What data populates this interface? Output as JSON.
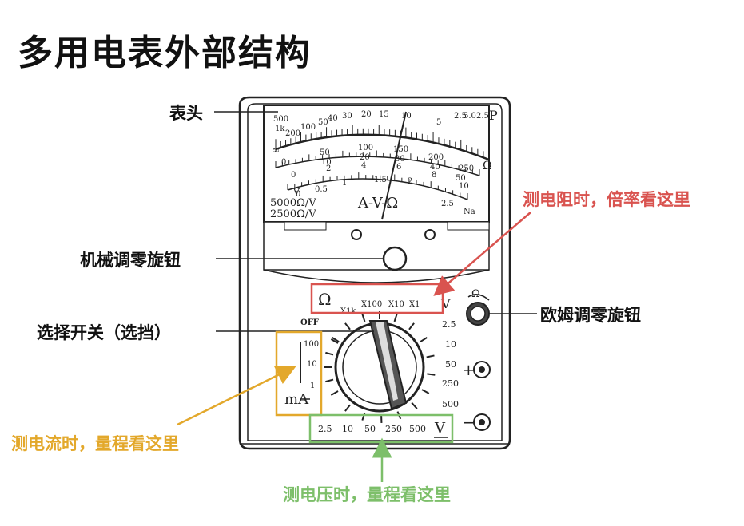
{
  "title": "多用电表外部结构",
  "labels": {
    "meter_head": "表头",
    "mechanical_zero": "机械调零旋钮",
    "selector": "选择开关（选挡）",
    "ohm_zero": "欧姆调零旋钮"
  },
  "callouts": {
    "ohm": "测电阻时，倍率看这里",
    "current": "测电流时，量程看这里",
    "voltage": "测电压时，量程看这里"
  },
  "colors": {
    "ohm": "#d9534f",
    "current": "#e3a82b",
    "voltage": "#7dbf6a",
    "ink": "#222222"
  },
  "scale": {
    "ohm_marks": [
      "500",
      "1k",
      "200",
      "100",
      "50",
      "40",
      "30",
      "20",
      "15",
      "10",
      "5",
      "2.5",
      "5.0",
      "2.5"
    ],
    "dcv_marks": [
      "0",
      "50",
      "100",
      "150",
      "200",
      "250"
    ],
    "dcv_mid": [
      "10",
      "20",
      "30",
      "40",
      "50"
    ],
    "dcv_low": [
      "0",
      "2",
      "4",
      "6",
      "8",
      "10"
    ],
    "ac_low": [
      "0",
      "0.5",
      "1",
      "1.5",
      "2",
      "2.5"
    ],
    "letter_p": "P",
    "omega": "Ω",
    "avo": "A-V-Ω",
    "sens1": "5000Ω/V",
    "sens2": "2500Ω/V",
    "na": "Na",
    "v_under": "V",
    "infinity": "∞"
  },
  "dial": {
    "ohm_symbol": "Ω",
    "ohm_ranges": [
      "X1k",
      "X100",
      "X10",
      "X1"
    ],
    "off": "OFF",
    "ma_ranges": [
      "100",
      "10",
      "1"
    ],
    "ma_unit": "mA",
    "dcv_right": [
      "2.5",
      "10",
      "50",
      "250",
      "500"
    ],
    "v_top": "V",
    "acv_bottom": [
      "2.5",
      "10",
      "50",
      "250",
      "500"
    ],
    "v_bottom": "V",
    "ohm_knob": "Ω",
    "plus": "+",
    "minus": "−"
  }
}
